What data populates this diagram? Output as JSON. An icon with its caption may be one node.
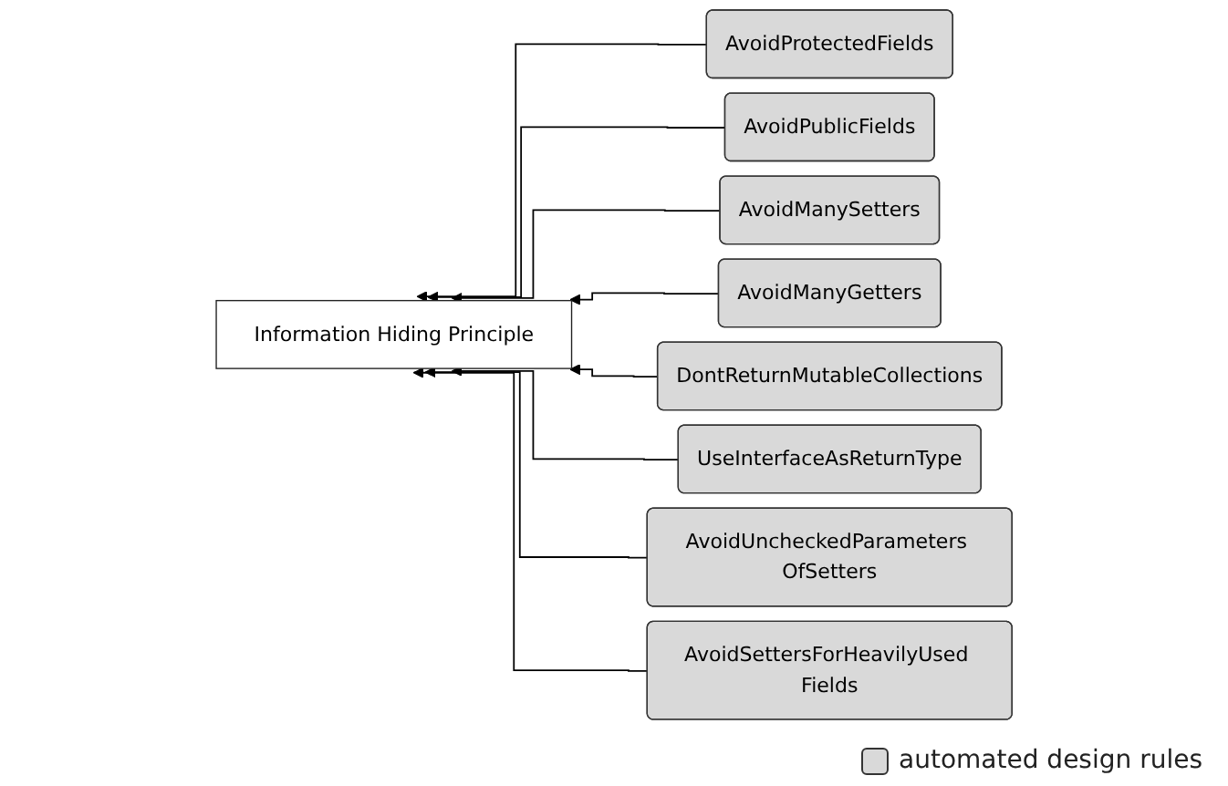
{
  "diagram": {
    "nodes": [
      {
        "text": [
          "Information Hiding Principle"
        ]
      },
      {
        "text": [
          "AvoidProtectedFields"
        ]
      },
      {
        "text": [
          "AvoidPublicFields"
        ]
      },
      {
        "text": [
          "AvoidManySetters"
        ]
      },
      {
        "text": [
          "AvoidManyGetters"
        ]
      },
      {
        "text": [
          "DontReturnMutableCollections"
        ]
      },
      {
        "text": [
          "UseInterfaceAsReturnType"
        ]
      },
      {
        "text": [
          "AvoidUncheckedParameters OfSetters"
        ]
      },
      {
        "text": [
          "AvoidSettersForHeavilyUsed Fields"
        ]
      }
    ],
    "edges": [
      {
        "from": 1,
        "to": 0,
        "arrow": "to"
      },
      {
        "from": 2,
        "to": 0,
        "arrow": "to"
      },
      {
        "from": 3,
        "to": 0,
        "arrow": "to"
      },
      {
        "from": 4,
        "to": 0,
        "arrow": "to"
      },
      {
        "from": 5,
        "to": 0,
        "arrow": "to"
      },
      {
        "from": 6,
        "to": 0,
        "arrow": "to"
      },
      {
        "from": 7,
        "to": 0,
        "arrow": "to"
      },
      {
        "from": 8,
        "to": 0,
        "arrow": "to"
      }
    ],
    "legend": [
      {
        "text": "automated design rules",
        "color": "#d9d9d9"
      }
    ]
  }
}
